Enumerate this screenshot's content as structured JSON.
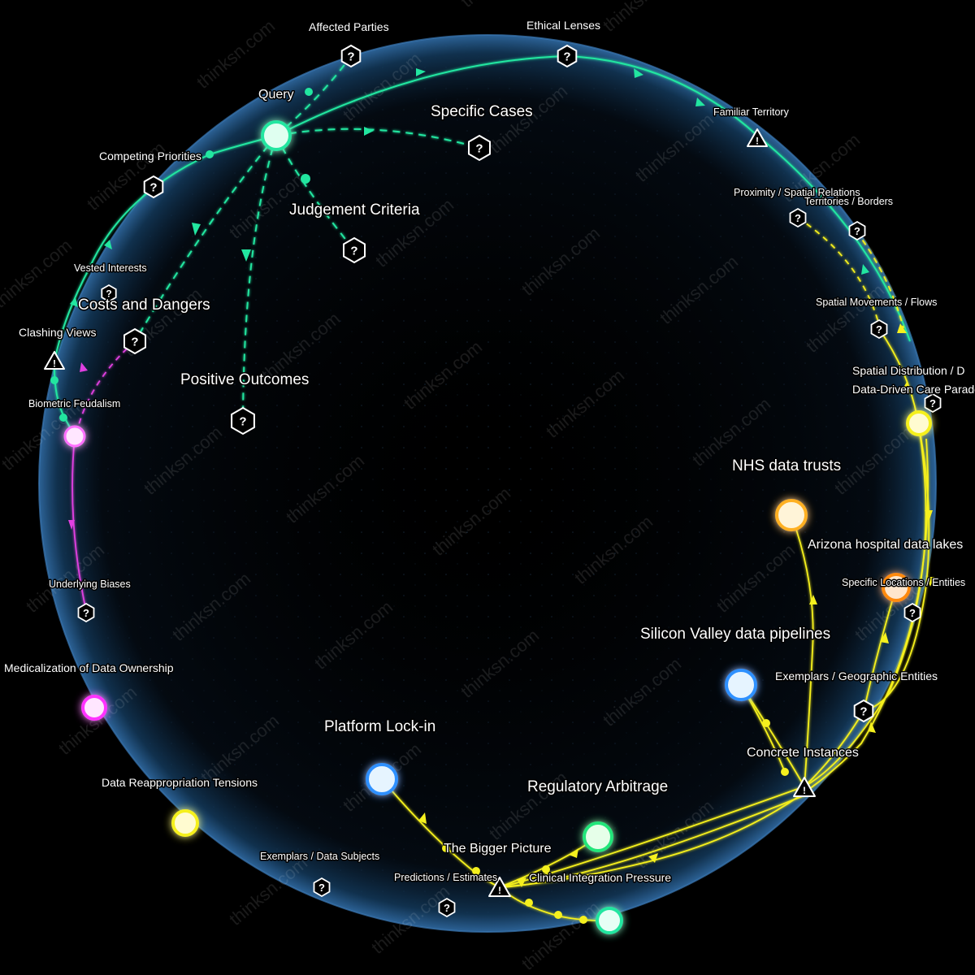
{
  "watermark": "thinksn.com",
  "colors": {
    "background": "#000000",
    "sphere_edge": "#2a5a8a",
    "green": "#22e6a0",
    "yellow": "#f5f01e",
    "magenta": "#e040e0",
    "blue": "#33a0ff",
    "orange": "#ffb020",
    "white": "#ffffff"
  },
  "nodes": {
    "query": {
      "label": "Query",
      "color": "#22e6a0"
    },
    "biometric_feudalism": {
      "label": "Biometric Feudalism",
      "color": "#ff80ff"
    },
    "medicalization": {
      "label": "Medicalization of Data Ownership",
      "color": "#ff40ff"
    },
    "data_reappropriation": {
      "label": "Data Reappropriation Tensions",
      "color": "#f5f01e"
    },
    "platform_lockin": {
      "label": "Platform Lock-in",
      "color": "#33a0ff"
    },
    "regulatory_arbitrage": {
      "label": "Regulatory Arbitrage",
      "color": "#22e67a"
    },
    "bigger_picture_node": {
      "label": "",
      "color": "#22e6a0"
    },
    "silicon_valley": {
      "label": "Silicon Valley data pipelines",
      "color": "#33a0ff"
    },
    "nhs": {
      "label": "NHS data trusts",
      "color": "#ffb020"
    },
    "arizona": {
      "label": "Arizona hospital data lakes",
      "color": "#ff9a20"
    },
    "data_driven": {
      "label": "Data-Driven Care Parado",
      "color": "#f5f01e"
    }
  },
  "question_labels": {
    "affected_parties": "Affected Parties",
    "ethical_lenses": "Ethical Lenses",
    "specific_cases": "Specific Cases",
    "competing_priorities": "Competing Priorities",
    "judgement_criteria": "Judgement Criteria",
    "vested_interests": "Vested Interests",
    "costs_dangers": "Costs and Dangers",
    "positive_outcomes": "Positive Outcomes",
    "underlying_biases": "Underlying Biases",
    "proximity": "Proximity / Spatial Relations",
    "territories": "Territories / Borders",
    "spatial_movements": "Spatial Movements / Flows",
    "spatial_distribution": "Spatial Distribution / D",
    "specific_locations": "Specific Locations / Entities",
    "exemplars_geo": "Exemplars / Geographic Entities",
    "exemplars_subjects": "Exemplars / Data Subjects",
    "predictions": "Predictions / Estimates"
  },
  "warning_labels": {
    "familiar_territory": "Familiar Territory",
    "clashing_views": "Clashing Views",
    "concrete_instances": "Concrete Instances",
    "bigger_picture": "The Bigger Picture",
    "clinical_integration": "Clinical Integration Pressure"
  },
  "icons": {
    "question": "?",
    "warning": "!"
  }
}
